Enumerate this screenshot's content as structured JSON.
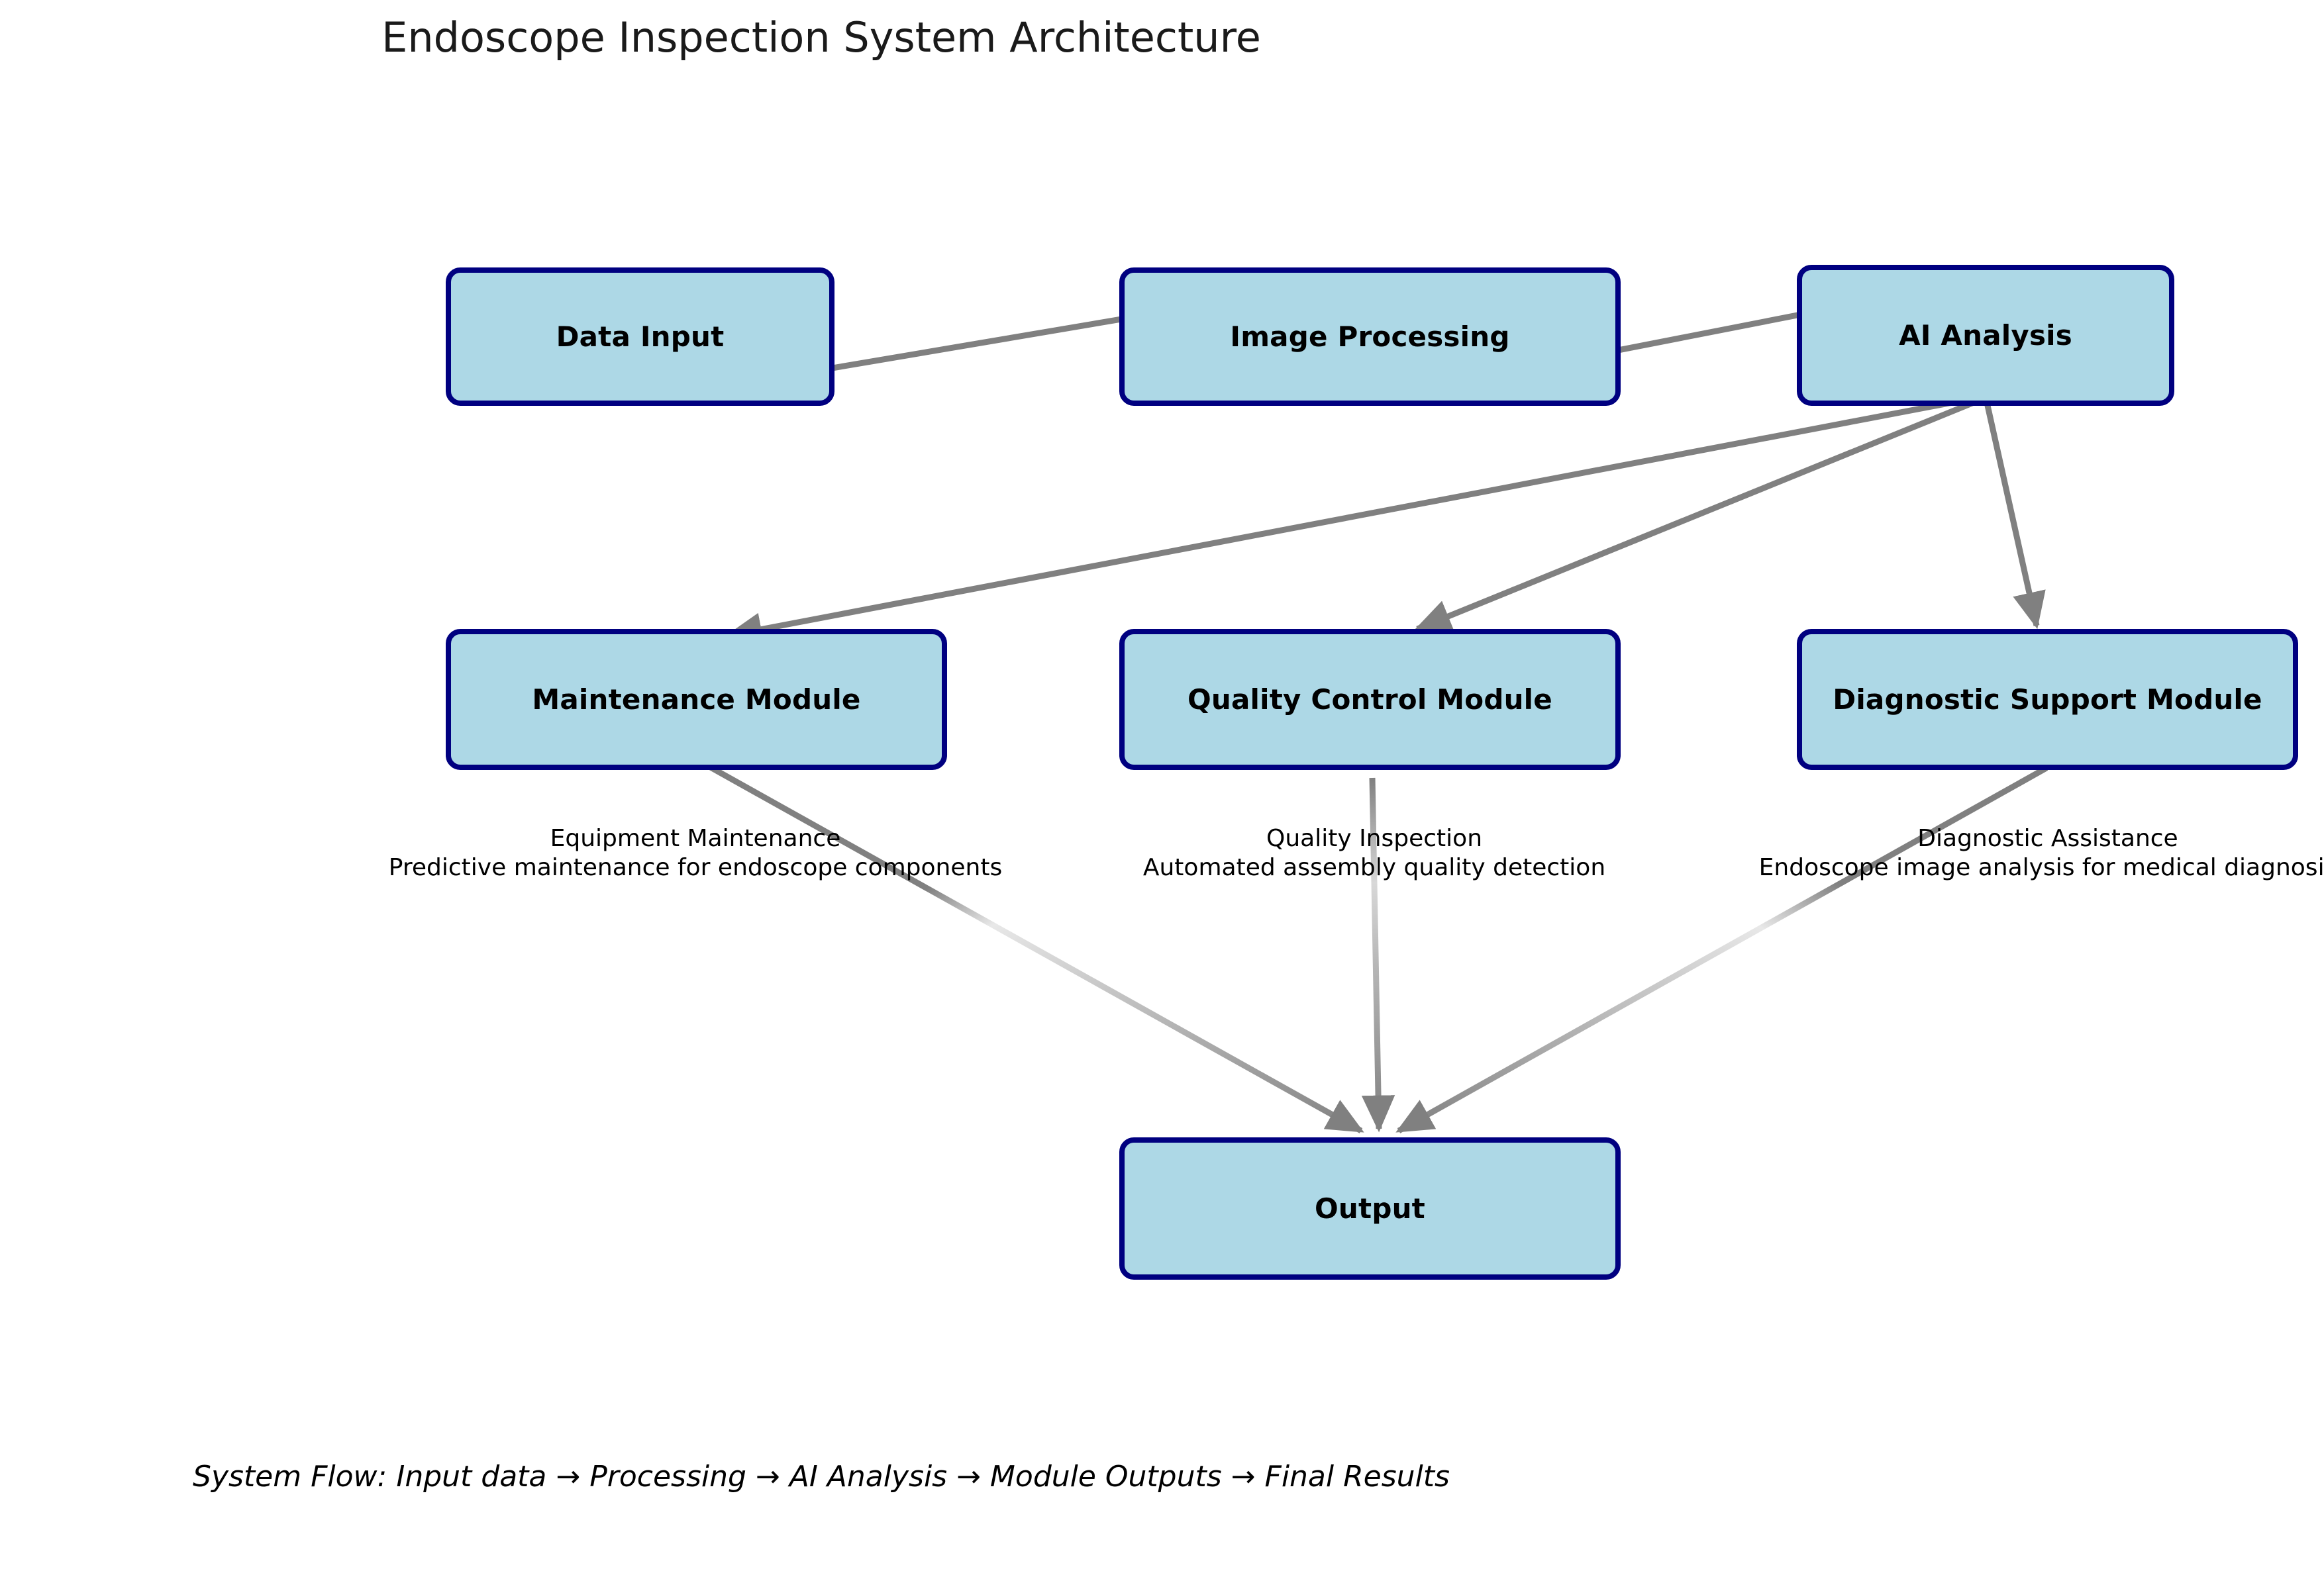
{
  "title": "Endoscope Inspection System Architecture",
  "footer": "System Flow: Input data → Processing → AI Analysis → Module Outputs → Final Results",
  "colors": {
    "node_fill": "#ADD8E6",
    "node_border": "#000080",
    "edge": "#808080",
    "text": "#000000",
    "background": "#FFFFFF"
  },
  "nodes": [
    {
      "id": "data-input",
      "label": "Data Input"
    },
    {
      "id": "image-processing",
      "label": "Image Processing"
    },
    {
      "id": "ai-analysis",
      "label": "AI Analysis"
    },
    {
      "id": "maintenance-module",
      "label": "Maintenance Module"
    },
    {
      "id": "quality-control-module",
      "label": "Quality Control Module"
    },
    {
      "id": "diagnostic-support-module",
      "label": "Diagnostic Support Module"
    },
    {
      "id": "output",
      "label": "Output"
    }
  ],
  "edge_labels": [
    {
      "id": "maintenance",
      "line1": "Equipment Maintenance",
      "line2": "Predictive maintenance for endoscope components"
    },
    {
      "id": "quality",
      "line1": "Quality Inspection",
      "line2": "Automated assembly quality detection"
    },
    {
      "id": "diagnostic",
      "line1": "Diagnostic Assistance",
      "line2": "Endoscope image analysis for medical diagnosis"
    }
  ],
  "chart_data": {
    "type": "diagram",
    "title": "Endoscope Inspection System Architecture",
    "nodes": [
      "Data Input",
      "Image Processing",
      "AI Analysis",
      "Maintenance Module",
      "Quality Control Module",
      "Diagnostic Support Module",
      "Output"
    ],
    "edges": [
      {
        "from": "Data Input",
        "to": "Image Processing",
        "label": ""
      },
      {
        "from": "Image Processing",
        "to": "AI Analysis",
        "label": ""
      },
      {
        "from": "AI Analysis",
        "to": "Maintenance Module",
        "label": ""
      },
      {
        "from": "AI Analysis",
        "to": "Quality Control Module",
        "label": ""
      },
      {
        "from": "AI Analysis",
        "to": "Diagnostic Support Module",
        "label": ""
      },
      {
        "from": "Maintenance Module",
        "to": "Output",
        "label": "Equipment Maintenance"
      },
      {
        "from": "Quality Control Module",
        "to": "Output",
        "label": "Quality Inspection"
      },
      {
        "from": "Diagnostic Support Module",
        "to": "Output",
        "label": "Diagnostic Assistance"
      }
    ]
  }
}
